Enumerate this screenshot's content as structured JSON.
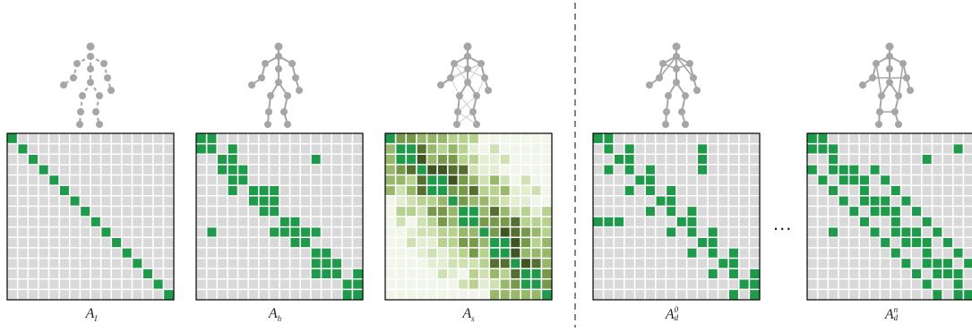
{
  "colors": {
    "grid_bg": "#d9d9d9",
    "grid_line": "#ffffff",
    "active": "#1e9a4a",
    "skeleton": "#a6a6a6",
    "border": "#000000",
    "divider": "#333333",
    "weights": [
      "#f2f6ea",
      "#e3edd2",
      "#cfe0b3",
      "#b7d18f",
      "#97b86a",
      "#77994a",
      "#566f30",
      "#3e5522"
    ]
  },
  "ellipsis": "...",
  "panels": [
    {
      "id": "identity",
      "label_base": "A",
      "label_sub": "I",
      "label_sup": "",
      "skeleton_style": "dashed"
    },
    {
      "id": "hop",
      "label_base": "A",
      "label_sub": "h",
      "label_sup": "",
      "skeleton_style": "solid"
    },
    {
      "id": "semantic",
      "label_base": "A",
      "label_sub": "s",
      "label_sup": "",
      "skeleton_style": "dense"
    },
    {
      "id": "dilated-0",
      "label_base": "A",
      "label_sub": "d",
      "label_sup": "0",
      "skeleton_style": "solid-extra"
    },
    {
      "id": "dilated-n",
      "label_base": "A",
      "label_sub": "d",
      "label_sup": "n",
      "skeleton_style": "box"
    }
  ]
}
